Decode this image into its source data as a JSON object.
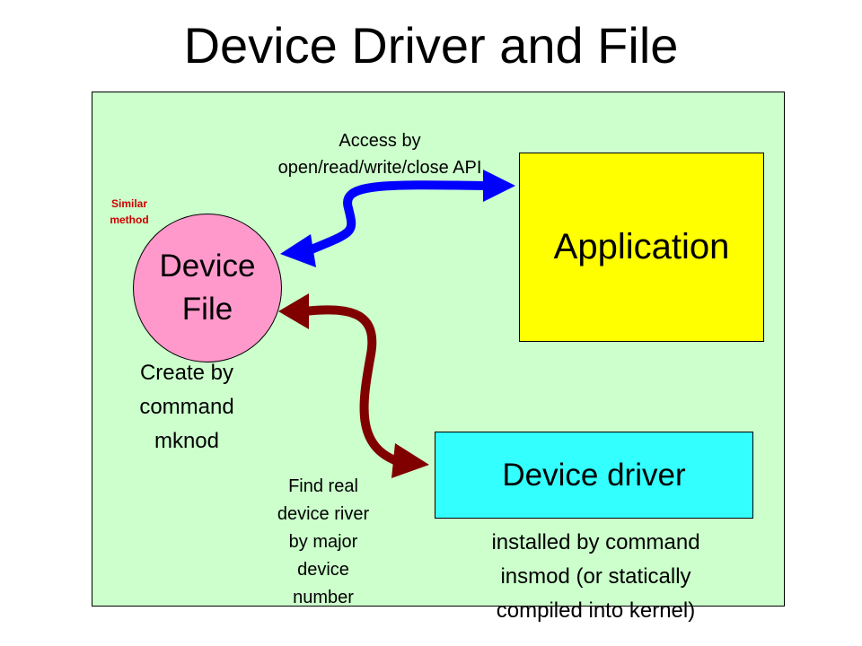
{
  "title": "Device Driver and File",
  "nodes": {
    "application": "Application",
    "device_driver": "Device driver",
    "device_file": [
      "Device",
      "File"
    ]
  },
  "labels": {
    "access": [
      "Access by",
      "open/read/write/close API"
    ],
    "similar": [
      "Similar",
      "method"
    ],
    "create": [
      "Create by",
      "command",
      "mknod"
    ],
    "find_real": [
      "Find real",
      "device river",
      "by major",
      "device",
      "number"
    ],
    "installed": [
      "installed by command",
      "insmod (or statically",
      "compiled into kernel)"
    ]
  },
  "colors": {
    "panel": "#ccffcc",
    "application": "#ffff00",
    "device_driver": "#33ffff",
    "device_file": "#ff99cc",
    "access_arrow": "#0000ff",
    "driver_arrow": "#800000",
    "similar_text": "#cc0000"
  }
}
